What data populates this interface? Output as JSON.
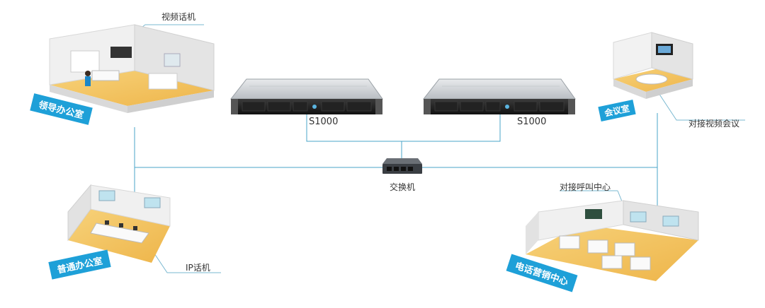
{
  "labels": {
    "video_phone": "视频话机",
    "server_left": "S1000",
    "server_right": "S1000",
    "switch": "交换机",
    "dock_video_conf": "对接视频会议",
    "dock_call_center": "对接呼叫中心",
    "ip_phone": "IP话机"
  },
  "rooms": {
    "leader_office": "领导办公室",
    "meeting_room": "会议室",
    "general_office": "普通办公室",
    "call_center": "电话营销中心"
  },
  "colors": {
    "line": "#4aa6c8",
    "tag": "#1ea0d8",
    "floor": "#f2c260",
    "server": "#2b2b2b"
  }
}
